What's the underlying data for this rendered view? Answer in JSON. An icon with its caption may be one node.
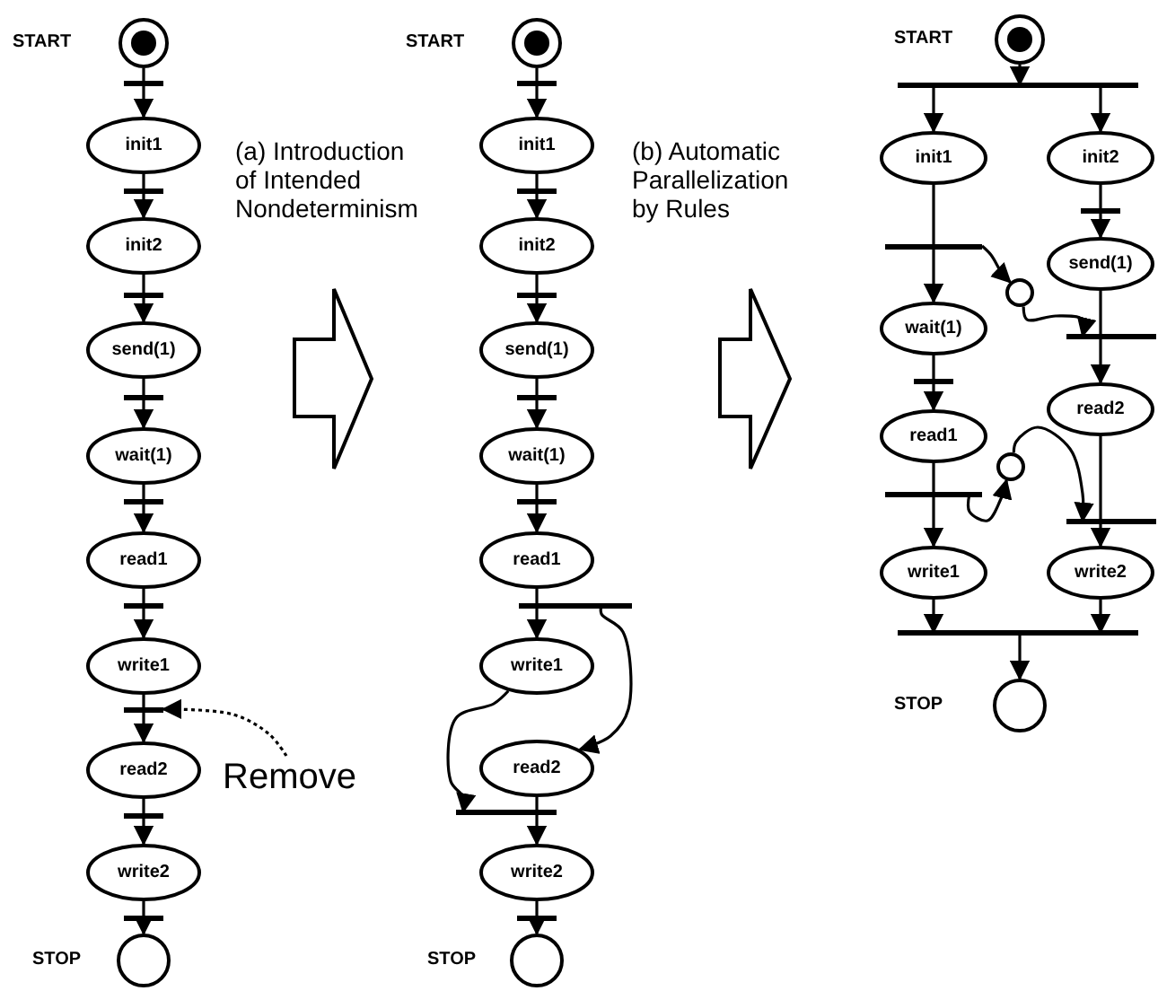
{
  "diagram": {
    "nodes": [
      {
        "text": [],
        "shape": "circle",
        "beside": [
          "START"
        ]
      },
      {
        "text": [],
        "shape": "bar"
      },
      {
        "text": [
          "init1"
        ]
      },
      {
        "text": [],
        "shape": "bar"
      },
      {
        "text": [
          "init2"
        ]
      },
      {
        "text": [],
        "shape": "bar"
      },
      {
        "text": [
          "send(1)"
        ]
      },
      {
        "text": [],
        "shape": "bar"
      },
      {
        "text": [
          "wait(1)"
        ]
      },
      {
        "text": [],
        "shape": "bar"
      },
      {
        "text": [
          "read1"
        ]
      },
      {
        "text": [],
        "shape": "bar"
      },
      {
        "text": [
          "write1"
        ]
      },
      {
        "text": [],
        "shape": "bar"
      },
      {
        "text": [
          "read2"
        ]
      },
      {
        "text": [],
        "shape": "bar"
      },
      {
        "text": [
          "write2"
        ]
      },
      {
        "text": [],
        "shape": "bar"
      },
      {
        "text": [],
        "shape": "circle",
        "beside": [
          "STOP"
        ]
      },
      {
        "text": [
          "Remove"
        ]
      },
      {
        "text": [],
        "shape": "circle",
        "beside": [
          "START"
        ]
      },
      {
        "text": [],
        "shape": "bar"
      },
      {
        "text": [
          "init1"
        ]
      },
      {
        "text": [],
        "shape": "bar"
      },
      {
        "text": [
          "init2"
        ]
      },
      {
        "text": [],
        "shape": "bar"
      },
      {
        "text": [
          "send(1)"
        ]
      },
      {
        "text": [],
        "shape": "bar"
      },
      {
        "text": [
          "wait(1)"
        ]
      },
      {
        "text": [],
        "shape": "bar"
      },
      {
        "text": [
          "read1"
        ]
      },
      {
        "text": [],
        "shape": "bar"
      },
      {
        "text": [
          "write1"
        ]
      },
      {
        "text": [
          "read2"
        ]
      },
      {
        "text": [],
        "shape": "bar"
      },
      {
        "text": [
          "write2"
        ]
      },
      {
        "text": [],
        "shape": "bar"
      },
      {
        "text": [],
        "shape": "circle",
        "beside": [
          "STOP"
        ]
      },
      {
        "text": [],
        "shape": "circle",
        "beside": [
          "START"
        ]
      },
      {
        "text": [],
        "shape": "bar"
      },
      {
        "text": [
          "init1"
        ]
      },
      {
        "text": [
          "init2"
        ]
      },
      {
        "text": [],
        "shape": "bar"
      },
      {
        "text": [],
        "shape": "bar"
      },
      {
        "text": [
          "send(1)"
        ]
      },
      {
        "text": [],
        "shape": "circle"
      },
      {
        "text": [
          "wait(1)"
        ]
      },
      {
        "text": [],
        "shape": "bar"
      },
      {
        "text": [],
        "shape": "bar"
      },
      {
        "text": [
          "read2"
        ]
      },
      {
        "text": [
          "read1"
        ]
      },
      {
        "text": [],
        "shape": "circle"
      },
      {
        "text": [],
        "shape": "bar"
      },
      {
        "text": [],
        "shape": "bar"
      },
      {
        "text": [
          "write1"
        ]
      },
      {
        "text": [
          "write2"
        ]
      },
      {
        "text": [],
        "shape": "bar"
      },
      {
        "text": [],
        "shape": "circle",
        "beside": [
          "STOP"
        ]
      }
    ],
    "edges": [
      {
        "from": 0,
        "to": 1,
        "arrow": "none"
      },
      {
        "from": 1,
        "to": 2,
        "arrow": "to"
      },
      {
        "from": 2,
        "to": 3,
        "arrow": "none"
      },
      {
        "from": 3,
        "to": 4,
        "arrow": "to"
      },
      {
        "from": 4,
        "to": 5,
        "arrow": "none"
      },
      {
        "from": 5,
        "to": 6,
        "arrow": "to"
      },
      {
        "from": 6,
        "to": 7,
        "arrow": "none"
      },
      {
        "from": 7,
        "to": 8,
        "arrow": "to"
      },
      {
        "from": 8,
        "to": 9,
        "arrow": "none"
      },
      {
        "from": 9,
        "to": 10,
        "arrow": "to"
      },
      {
        "from": 10,
        "to": 11,
        "arrow": "none"
      },
      {
        "from": 11,
        "to": 12,
        "arrow": "to"
      },
      {
        "from": 12,
        "to": 13,
        "arrow": "none"
      },
      {
        "from": 13,
        "to": 14,
        "arrow": "to"
      },
      {
        "from": 14,
        "to": 15,
        "arrow": "none"
      },
      {
        "from": 15,
        "to": 16,
        "arrow": "to"
      },
      {
        "from": 16,
        "to": 17,
        "arrow": "none"
      },
      {
        "from": 17,
        "to": 18,
        "arrow": "to"
      },
      {
        "from": 19,
        "to": 13,
        "arrow": "to",
        "style": "dashed"
      },
      {
        "from": 20,
        "to": 21,
        "arrow": "none"
      },
      {
        "from": 21,
        "to": 22,
        "arrow": "to"
      },
      {
        "from": 22,
        "to": 23,
        "arrow": "none"
      },
      {
        "from": 23,
        "to": 24,
        "arrow": "to"
      },
      {
        "from": 24,
        "to": 25,
        "arrow": "none"
      },
      {
        "from": 25,
        "to": 26,
        "arrow": "to"
      },
      {
        "from": 26,
        "to": 27,
        "arrow": "none"
      },
      {
        "from": 27,
        "to": 28,
        "arrow": "to"
      },
      {
        "from": 28,
        "to": 29,
        "arrow": "none"
      },
      {
        "from": 29,
        "to": 30,
        "arrow": "to"
      },
      {
        "from": 30,
        "to": 31,
        "arrow": "none"
      },
      {
        "from": 31,
        "to": 32,
        "arrow": "to"
      },
      {
        "from": 31,
        "to": 33,
        "arrow": "to"
      },
      {
        "from": 32,
        "to": 34,
        "arrow": "to"
      },
      {
        "from": 33,
        "to": 34,
        "arrow": "none"
      },
      {
        "from": 34,
        "to": 35,
        "arrow": "to"
      },
      {
        "from": 35,
        "to": 36,
        "arrow": "none"
      },
      {
        "from": 36,
        "to": 37,
        "arrow": "to"
      },
      {
        "from": 38,
        "to": 39,
        "arrow": "to"
      },
      {
        "from": 39,
        "to": 40,
        "arrow": "to"
      },
      {
        "from": 39,
        "to": 41,
        "arrow": "to"
      },
      {
        "from": 40,
        "to": 43,
        "arrow": "none"
      },
      {
        "from": 43,
        "to": 46,
        "arrow": "to"
      },
      {
        "from": 43,
        "to": 45,
        "arrow": "to"
      },
      {
        "from": 45,
        "to": 47,
        "arrow": "to"
      },
      {
        "from": 41,
        "to": 42,
        "arrow": "none"
      },
      {
        "from": 42,
        "to": 44,
        "arrow": "to"
      },
      {
        "from": 44,
        "to": 47,
        "arrow": "none"
      },
      {
        "from": 47,
        "to": 49,
        "arrow": "to"
      },
      {
        "from": 46,
        "to": 48,
        "arrow": "none"
      },
      {
        "from": 48,
        "to": 50,
        "arrow": "to"
      },
      {
        "from": 50,
        "to": 52,
        "arrow": "none"
      },
      {
        "from": 52,
        "to": 54,
        "arrow": "to"
      },
      {
        "from": 52,
        "to": 51,
        "arrow": "to"
      },
      {
        "from": 51,
        "to": 53,
        "arrow": "to"
      },
      {
        "from": 49,
        "to": 53,
        "arrow": "none"
      },
      {
        "from": 53,
        "to": 55,
        "arrow": "to"
      },
      {
        "from": 54,
        "to": 56,
        "arrow": "to"
      },
      {
        "from": 55,
        "to": 56,
        "arrow": "to"
      },
      {
        "from": 56,
        "to": 57,
        "arrow": "to"
      }
    ],
    "labels": [
      "(a) Introduction of Intended Nondeterminism",
      "(b) Automatic Parallelization by Rules"
    ]
  }
}
